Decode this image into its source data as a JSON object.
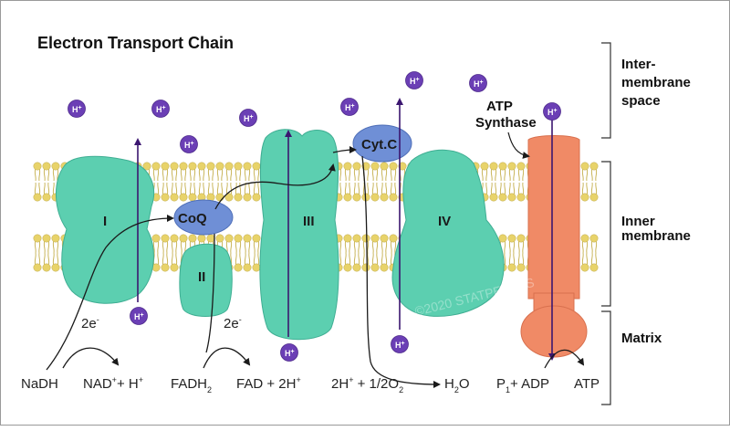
{
  "title": "Electron Transport Chain",
  "regions": {
    "intermembrane_line1": "Inter-",
    "intermembrane_line2": "membrane",
    "intermembrane_line3": "space",
    "inner_line1": "Inner",
    "inner_line2": "membrane",
    "matrix": "Matrix"
  },
  "complexes": {
    "c1": "I",
    "c2": "II",
    "c3": "III",
    "c4": "IV",
    "coq": "CoQ",
    "cytc": "Cyt.C",
    "atp_synthase_line1": "ATP",
    "atp_synthase_line2": "Synthase"
  },
  "proton": {
    "base": "H",
    "sup": "+"
  },
  "electrons": {
    "label": "2e",
    "sup": "-"
  },
  "equations": {
    "nadh": "NaDH",
    "nad_base": "NAD",
    "nad_sup": "+",
    "nad_rest": "+ H",
    "nad_rest_sup": "+",
    "fadh_base": "FADH",
    "fadh_sub": "2",
    "fad_base": "FAD + 2H",
    "fad_sup": "+",
    "oxy_a": "2H",
    "oxy_a_sup": "+",
    "oxy_b": " + 1/2O",
    "oxy_b_sub": "2",
    "water_base": "H",
    "water_sub": "2",
    "water_rest": "O",
    "pi_base": "P",
    "pi_sub": "1",
    "pi_rest": "+ ADP",
    "atp": "ATP"
  },
  "watermark": "©2020 STATPEARLS",
  "colors": {
    "protein": "#5ccfb0",
    "protein_dark": "#3fae93",
    "carrier": "#6f8fd6",
    "atp_synthase": "#f08a66",
    "lipid_head": "#e8d36a",
    "lipid_tail": "#c9b55a",
    "proton": "#6b3fb5",
    "arrow": "#3b1670"
  }
}
